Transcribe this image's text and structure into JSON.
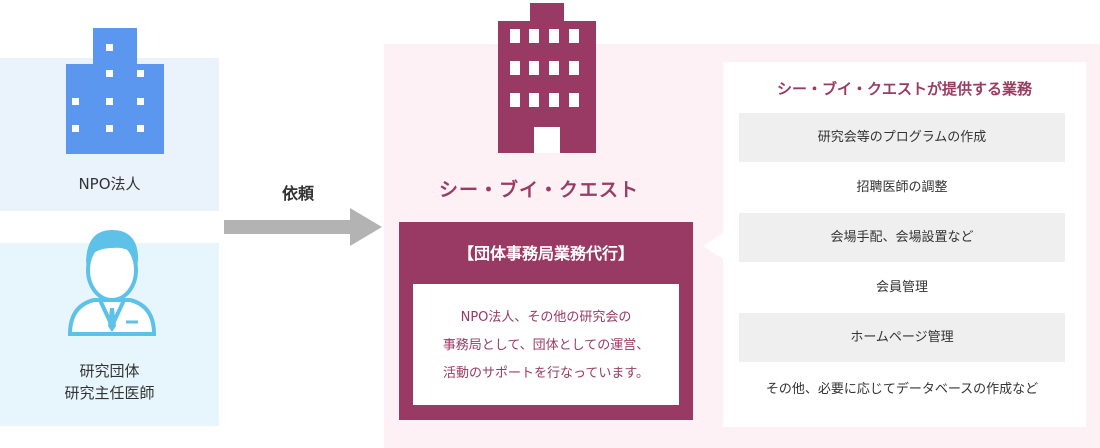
{
  "clients": {
    "npo_label": "NPO法人",
    "doctor_label_line1": "研究団体",
    "doctor_label_line2": "研究主任医師"
  },
  "arrow_label": "依頼",
  "org": {
    "name": "シー・ブイ・クエスト",
    "box_title": "【団体事務局業務代行】",
    "description_lines": [
      "NPO法人、その他の研究会の",
      "事務局として、団体としての運営、",
      "活動のサポートを行なっています。"
    ]
  },
  "services": {
    "heading": "シー・ブイ・クエストが提供する業務",
    "items": [
      "研究会等のプログラムの作成",
      "招聘医師の調整",
      "会場手配、会場設置など",
      "会員管理",
      "ホームページ管理",
      "その他、必要に応じてデータベースの作成など"
    ]
  },
  "colors": {
    "maroon": "#983a63",
    "blue_building": "#5b96ef",
    "doctor_blue": "#5ec2e8",
    "arrow_grey": "#b3b3b3"
  },
  "icons": [
    "blue-building-icon",
    "doctor-icon",
    "maroon-building-icon",
    "arrow-right-icon"
  ]
}
